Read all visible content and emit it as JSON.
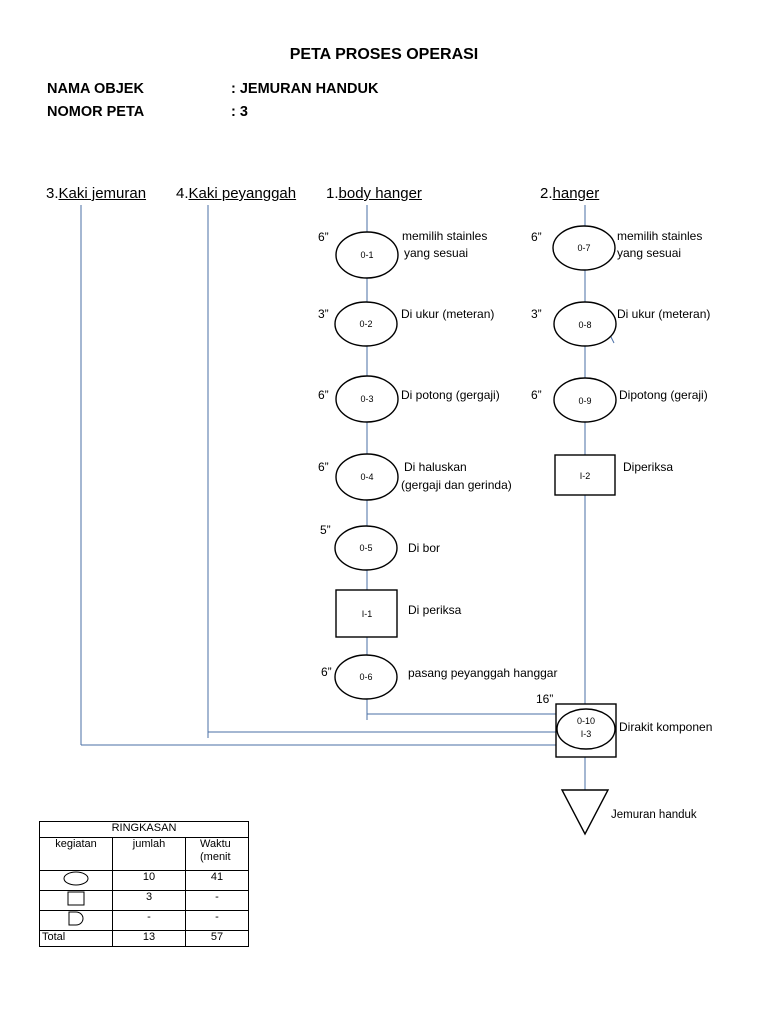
{
  "header": {
    "title": "PETA PROSES OPERASI",
    "object_label": "NAMA OBJEK",
    "object_value": ": JEMURAN HANDUK",
    "chart_no_label": "NOMOR PETA",
    "chart_no_value": ": 3"
  },
  "columns": [
    {
      "num": "3.",
      "name": "Kaki jemuran"
    },
    {
      "num": "4.",
      "name": "Kaki peyanggah"
    },
    {
      "num": "1.",
      "name": "body hanger"
    },
    {
      "num": "2.",
      "name": "hanger"
    }
  ],
  "body_steps": [
    {
      "code": "0-1",
      "time": "6”",
      "desc": [
        "memilih stainles",
        "yang sesuai"
      ]
    },
    {
      "code": "0-2",
      "time": "3”",
      "desc": [
        "Di ukur (meteran)"
      ]
    },
    {
      "code": "0-3",
      "time": "6”",
      "desc": [
        "Di potong (gergaji)"
      ]
    },
    {
      "code": "0-4",
      "time": "6”",
      "desc": [
        "Di haluskan",
        "(gergaji dan gerinda)"
      ]
    },
    {
      "code": "0-5",
      "time": "5”",
      "desc": [
        "Di bor"
      ]
    },
    {
      "code": "I-1",
      "time": "",
      "desc": [
        "Di periksa"
      ]
    },
    {
      "code": "0-6",
      "time": "6”",
      "desc": [
        "pasang peyanggah hanggar"
      ]
    }
  ],
  "hanger_steps": [
    {
      "code": "0-7",
      "time": "6”",
      "desc": [
        "memilih stainles",
        "yang sesuai"
      ]
    },
    {
      "code": "0-8",
      "time": "3”",
      "desc": [
        "Di ukur (meteran)"
      ]
    },
    {
      "code": "0-9",
      "time": "6”",
      "desc": [
        "Dipotong (geraji)"
      ]
    },
    {
      "code": "I-2",
      "time": "",
      "desc": [
        "Diperiksa"
      ]
    }
  ],
  "assembly": {
    "code1": "0-10",
    "code2": "I-3",
    "time": "16”",
    "desc": "Dirakit komponen"
  },
  "final": {
    "desc": "Jemuran handuk"
  },
  "summary": {
    "title": "RINGKASAN",
    "headers": [
      "kegiatan",
      "jumlah",
      "Waktu",
      "(menit"
    ],
    "rows": [
      {
        "symbol": "circle-icon",
        "count": "10",
        "time": "41"
      },
      {
        "symbol": "square-icon",
        "count": "3",
        "time": "-"
      },
      {
        "symbol": "delay-icon",
        "count": "-",
        "time": "-"
      }
    ],
    "total": {
      "label": "Total",
      "count": "13",
      "time": "57"
    }
  },
  "colors": {
    "line": "#4a6fa5",
    "shape": "#000000"
  }
}
